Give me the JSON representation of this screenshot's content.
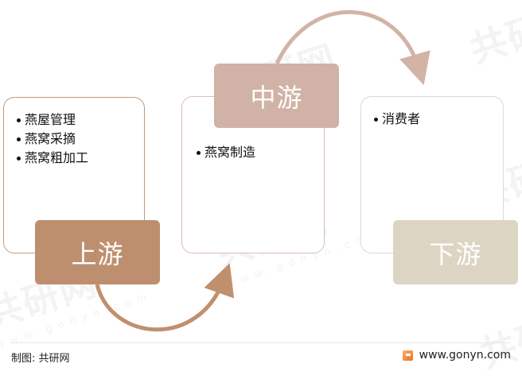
{
  "diagram": {
    "type": "industry-chain-flow",
    "stages": [
      {
        "id": "upstream",
        "label": "上游",
        "color": "#be8f6f",
        "border_color": "#c49a7c",
        "items": [
          "燕屋管理",
          " 燕窝采摘",
          "燕窝粗加工"
        ]
      },
      {
        "id": "midstream",
        "label": "中游",
        "color": "#d1b2a6",
        "border_color": "#d8bfb5",
        "items": [
          "燕窝制造"
        ]
      },
      {
        "id": "downstream",
        "label": "下游",
        "color": "#ddd5c4",
        "border_color": "#e2d8c6",
        "items": [
          "消费者"
        ]
      }
    ],
    "arrows": [
      {
        "from": "upstream",
        "to": "midstream",
        "color": "#c0906e"
      },
      {
        "from": "midstream",
        "to": "downstream",
        "color": "#d2b3a6"
      }
    ]
  },
  "footer": {
    "source": "制图: 共研网",
    "website": "www.gonyn.com"
  },
  "watermark": {
    "text": "共研网",
    "subtext": "www.gonyn.com"
  }
}
